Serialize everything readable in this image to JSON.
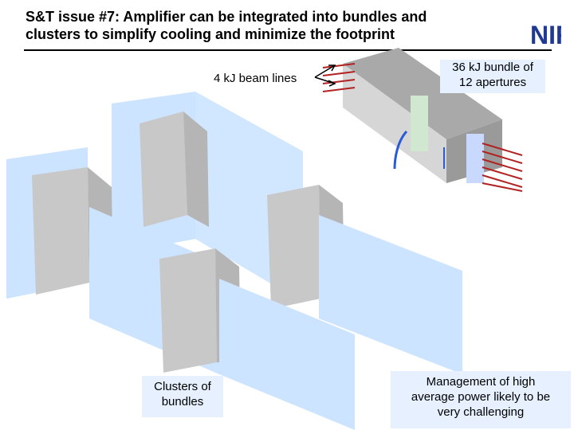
{
  "slide": {
    "title_line1": "S&T issue #7: Amplifier can be integrated into bundles and",
    "title_line2": "clusters to simplify cooling and minimize the footprint",
    "logo_text": "NIF"
  },
  "labels": {
    "beam_lines": "4 kJ beam lines",
    "bundle": [
      "36 kJ bundle of",
      "12 apertures"
    ],
    "clusters": [
      "Clusters of",
      "bundles"
    ],
    "management": [
      "Management of high",
      "average power likely to be",
      "very challenging"
    ]
  },
  "colors": {
    "accent_blue": "#1f3a93",
    "light_blue": "#cce4ff",
    "gray": "#c8c8c8",
    "label_bg": "#e6f0ff",
    "beam_red": "#b22222"
  }
}
